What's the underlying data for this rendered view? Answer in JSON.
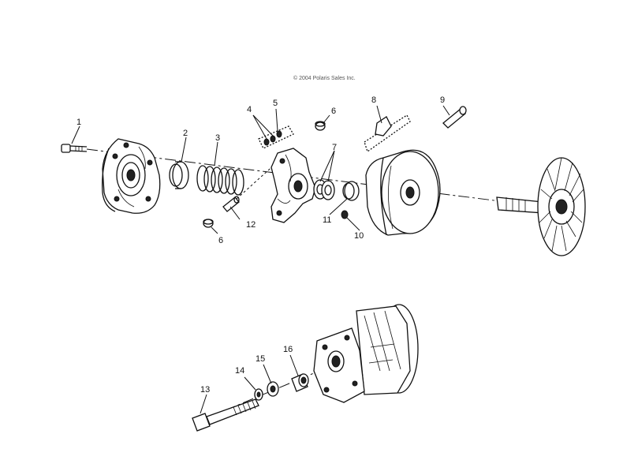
{
  "copyright": "© 2004 Polaris Sales Inc.",
  "callouts": [
    "1",
    "2",
    "3",
    "4",
    "5",
    "6",
    "6",
    "7",
    "8",
    "9",
    "10",
    "11",
    "12",
    "13",
    "14",
    "15",
    "16"
  ]
}
